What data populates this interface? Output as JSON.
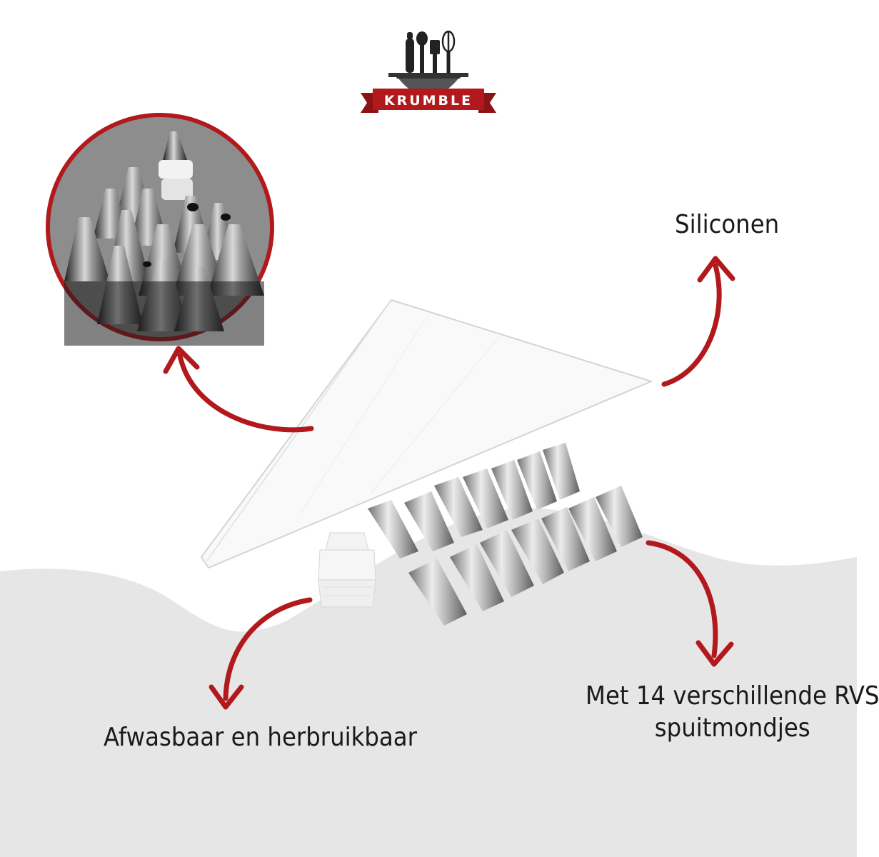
{
  "brand": {
    "name": "KRUMBLE",
    "accent_color": "#b2191d",
    "logo_icons": [
      "rolling-pin-icon",
      "spoon-icon",
      "spatula-icon",
      "whisk-icon",
      "pot-icon"
    ]
  },
  "callouts": {
    "silicone": "Siliconen",
    "washable": "Afwasbaar en herbruikbaar",
    "nozzles_line1": "Met 14 verschillende RVS",
    "nozzles_line2": "spuitmondjes"
  },
  "colors": {
    "arrow": "#b2191d",
    "wave": "#e6e6e6",
    "text": "#1a1a1a"
  }
}
